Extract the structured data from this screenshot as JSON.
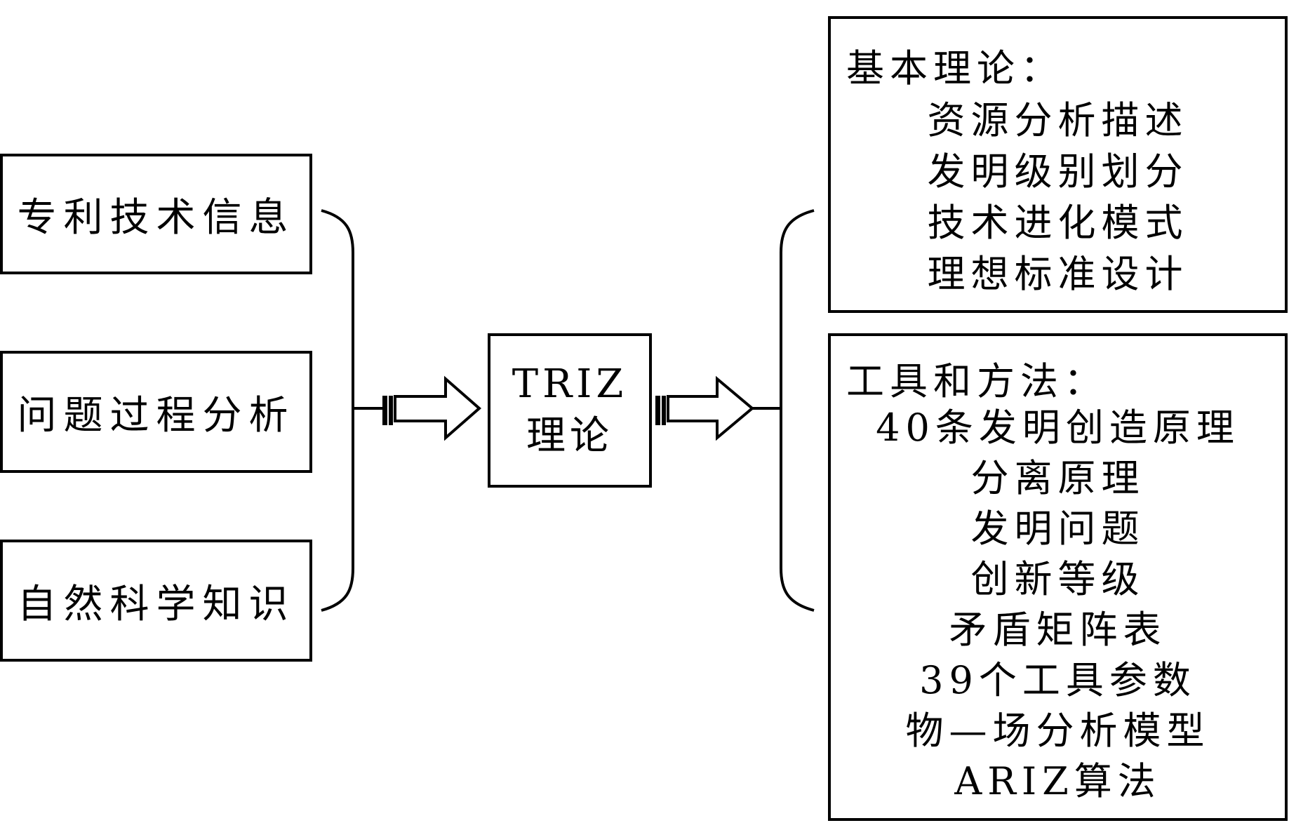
{
  "sources": [
    {
      "id": "patent",
      "label": "专利技术信息"
    },
    {
      "id": "process",
      "label": "问题过程分析"
    },
    {
      "id": "science",
      "label": "自然科学知识"
    }
  ],
  "center": {
    "line1": "TRIZ",
    "line2": "理论"
  },
  "basic_theory": {
    "title": "基本理论：",
    "items": [
      "资源分析描述",
      "发明级别划分",
      "技术进化模式",
      "理想标准设计"
    ]
  },
  "tools_methods": {
    "title": "工具和方法：",
    "items": [
      "40条发明创造原理",
      "分离原理",
      "发明问题",
      "创新等级",
      "矛盾矩阵表",
      "39个工具参数",
      "物—场分析模型",
      "ARIZ算法"
    ]
  }
}
